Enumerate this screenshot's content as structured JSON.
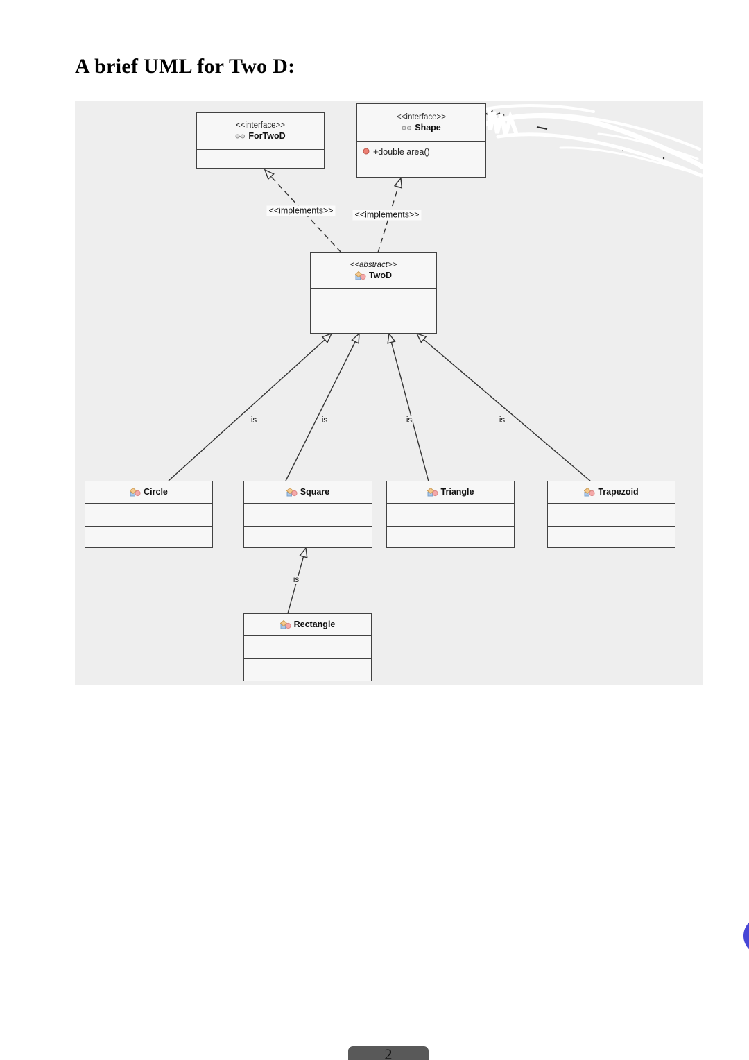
{
  "page": {
    "title": "A brief UML for Two D:",
    "page_number": "2"
  },
  "colors": {
    "panel_bg": "#eeeeee",
    "box_bg": "#f7f7f7",
    "box_border": "#424242",
    "line": "#333333",
    "badge_bg": "#595959",
    "fab_blue": "#4747d6",
    "class_icon_diamond": "#f5c98d",
    "class_icon_square": "#aac8ea",
    "class_icon_circle": "#f5a9a9",
    "method_icon": "#ed8074",
    "scribble": "#ffffff"
  },
  "icons": {
    "interface_icon": "lollipop-circles",
    "class_icon": "diamond-square-circle-cluster",
    "method_visibility_icon": "red-circle",
    "fab": "blue-circle"
  },
  "diagram": {
    "nodes": [
      {
        "id": "ForTwoD",
        "kind": "interface",
        "stereotype": "<<interface>>",
        "name": "ForTwoD"
      },
      {
        "id": "Shape",
        "kind": "interface",
        "stereotype": "<<interface>>",
        "name": "Shape",
        "methods": [
          "+double area()"
        ]
      },
      {
        "id": "TwoD",
        "kind": "abstract-class",
        "stereotype": "<<abstract>>",
        "name": "TwoD"
      },
      {
        "id": "Circle",
        "kind": "class",
        "name": "Circle"
      },
      {
        "id": "Square",
        "kind": "class",
        "name": "Square"
      },
      {
        "id": "Triangle",
        "kind": "class",
        "name": "Triangle"
      },
      {
        "id": "Trapezoid",
        "kind": "class",
        "name": "Trapezoid"
      },
      {
        "id": "Rectangle",
        "kind": "class",
        "name": "Rectangle"
      }
    ],
    "edges": [
      {
        "from": "TwoD",
        "to": "ForTwoD",
        "type": "implements",
        "label": "<<implements>>"
      },
      {
        "from": "TwoD",
        "to": "Shape",
        "type": "implements",
        "label": "<<implements>>"
      },
      {
        "from": "Circle",
        "to": "TwoD",
        "type": "generalization",
        "label": "is"
      },
      {
        "from": "Square",
        "to": "TwoD",
        "type": "generalization",
        "label": "is"
      },
      {
        "from": "Triangle",
        "to": "TwoD",
        "type": "generalization",
        "label": "is"
      },
      {
        "from": "Trapezoid",
        "to": "TwoD",
        "type": "generalization",
        "label": "is"
      },
      {
        "from": "Rectangle",
        "to": "Square",
        "type": "generalization",
        "label": "is"
      }
    ],
    "annotations": [
      "white-pen-scribble-top-right",
      "small-dark-pen-marks"
    ]
  }
}
